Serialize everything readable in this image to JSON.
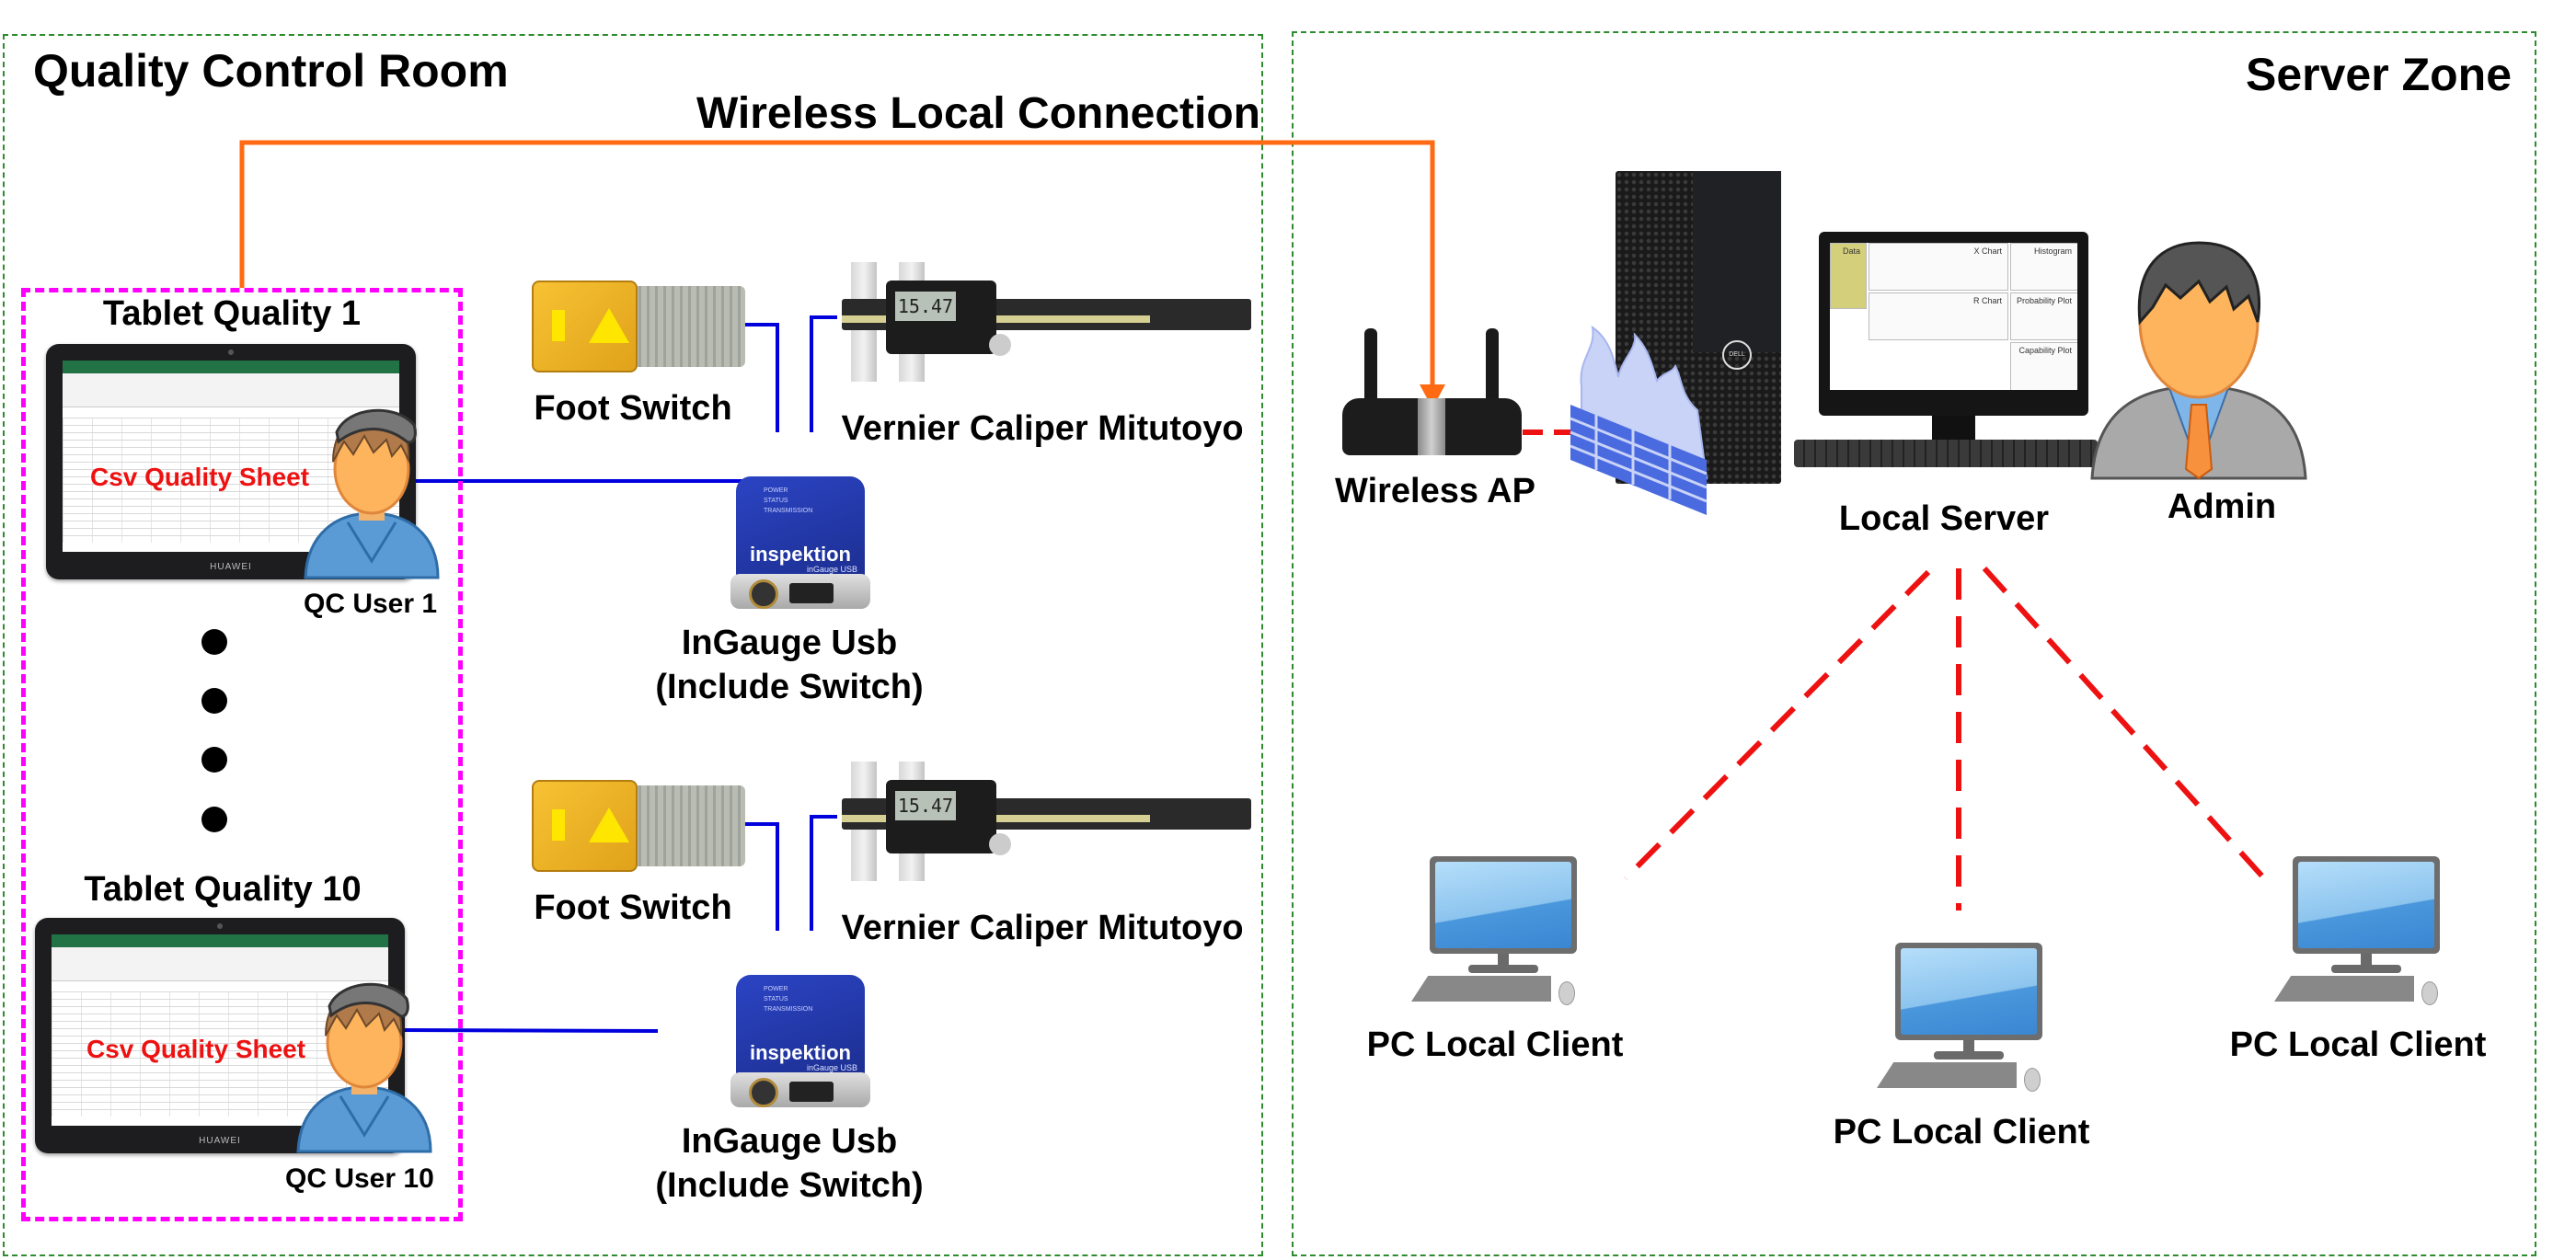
{
  "zones": {
    "left": {
      "title": "Quality Control Room"
    },
    "right": {
      "title": "Server Zone"
    }
  },
  "connection": {
    "label": "Wireless Local Connection"
  },
  "colors": {
    "zone_border": "#2e8b2e",
    "group_border": "#ff00ff",
    "wireless_link": "#ff6a13",
    "usb_link": "#0000dd",
    "lan_link": "#ee1111",
    "csv_text": "#ee1111"
  },
  "stations": [
    {
      "tablet_label": "Tablet Quality 1",
      "sheet_label": "Csv Quality Sheet",
      "tablet_brand": "HUAWEI",
      "user_label": "QC User 1",
      "foot_switch_label": "Foot Switch",
      "caliper_label": "Vernier Caliper Mitutoyo",
      "caliper_reading": "15.47",
      "ingauge_label_line1": "InGauge Usb",
      "ingauge_label_line2": "(Include Switch)",
      "ingauge_logo": "inspektion",
      "ingauge_sub": "inGauge USB",
      "ingauge_leds": [
        "POWER",
        "STATUS",
        "TRANSMISSION"
      ]
    },
    {
      "tablet_label": "Tablet Quality 10",
      "sheet_label": "Csv Quality Sheet",
      "tablet_brand": "HUAWEI",
      "user_label": "QC User 10",
      "foot_switch_label": "Foot Switch",
      "caliper_label": "Vernier Caliper Mitutoyo",
      "caliper_reading": "15.47",
      "ingauge_label_line1": "InGauge Usb",
      "ingauge_label_line2": "(Include Switch)",
      "ingauge_logo": "inspektion",
      "ingauge_sub": "inGauge USB",
      "ingauge_leds": [
        "POWER",
        "STATUS",
        "TRANSMISSION"
      ]
    }
  ],
  "ellipsis_count": 4,
  "server_zone": {
    "router_label": "Wireless AP",
    "server_label": "Local Server",
    "admin_label": "Admin",
    "tower_brand": "DELL",
    "monitor_panels": [
      "Data",
      "X Chart",
      "R Chart",
      "Histogram",
      "Probability Plot",
      "Capability Plot"
    ],
    "clients": [
      {
        "label": "PC Local Client"
      },
      {
        "label": "PC Local Client"
      },
      {
        "label": "PC Local Client"
      }
    ]
  }
}
